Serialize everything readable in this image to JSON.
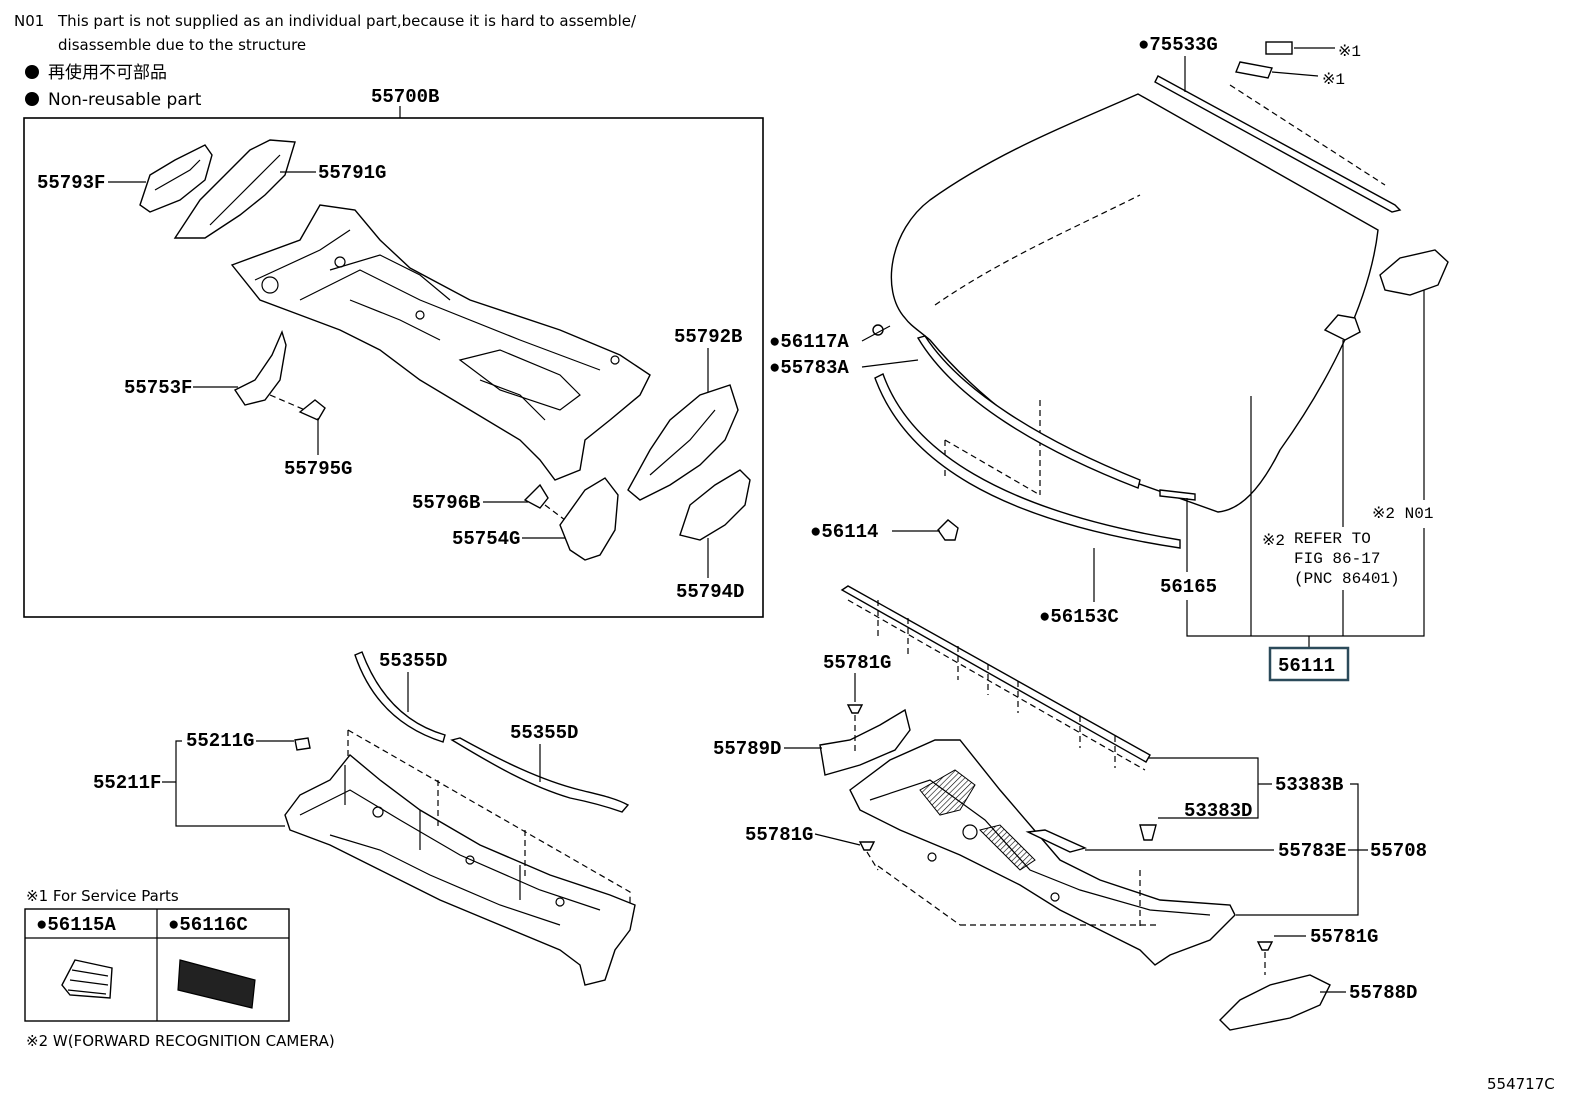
{
  "notes": {
    "n01_code": "N01",
    "n01_line1": "This part is not supplied as an individual part,because it is hard to assemble/",
    "n01_line2": "disassemble due to the structure",
    "bullet_jp": "再使用不可部品",
    "bullet_en": "Non-reusable part",
    "service_parts_title": "※1 For Service Parts",
    "service_part_a": "●56115A",
    "service_part_b": "●56116C",
    "footnote_2": "※2 W(FORWARD RECOGNITION CAMERA)",
    "refer_mark": "※2",
    "refer_line1": "REFER TO",
    "refer_line2": "FIG 86-17",
    "refer_line3": "(PNC 86401)",
    "n01_mark": "※2 N01",
    "mark1": "※1",
    "figure_id": "554717C"
  },
  "labels": {
    "p55700B": "55700B",
    "p55793F": "55793F",
    "p55791G": "55791G",
    "p55792B": "55792B",
    "p55753F": "55753F",
    "p55795G": "55795G",
    "p55796B": "55796B",
    "p55754G": "55754G",
    "p55794D": "55794D",
    "p75533G": "●75533G",
    "p56117A": "●56117A",
    "p55783A": "●55783A",
    "p56114": "●56114",
    "p56153C": "●56153C",
    "p56165": "56165",
    "p56111": "56111",
    "p55355D_a": "55355D",
    "p55355D_b": "55355D",
    "p55211G": "55211G",
    "p55211F": "55211F",
    "p55781G_a": "55781G",
    "p55789D": "55789D",
    "p55781G_b": "55781G",
    "p53383B": "53383B",
    "p53383D": "53383D",
    "p55783E": "55783E",
    "p55708": "55708",
    "p55781G_c": "55781G",
    "p55788D": "55788D"
  }
}
